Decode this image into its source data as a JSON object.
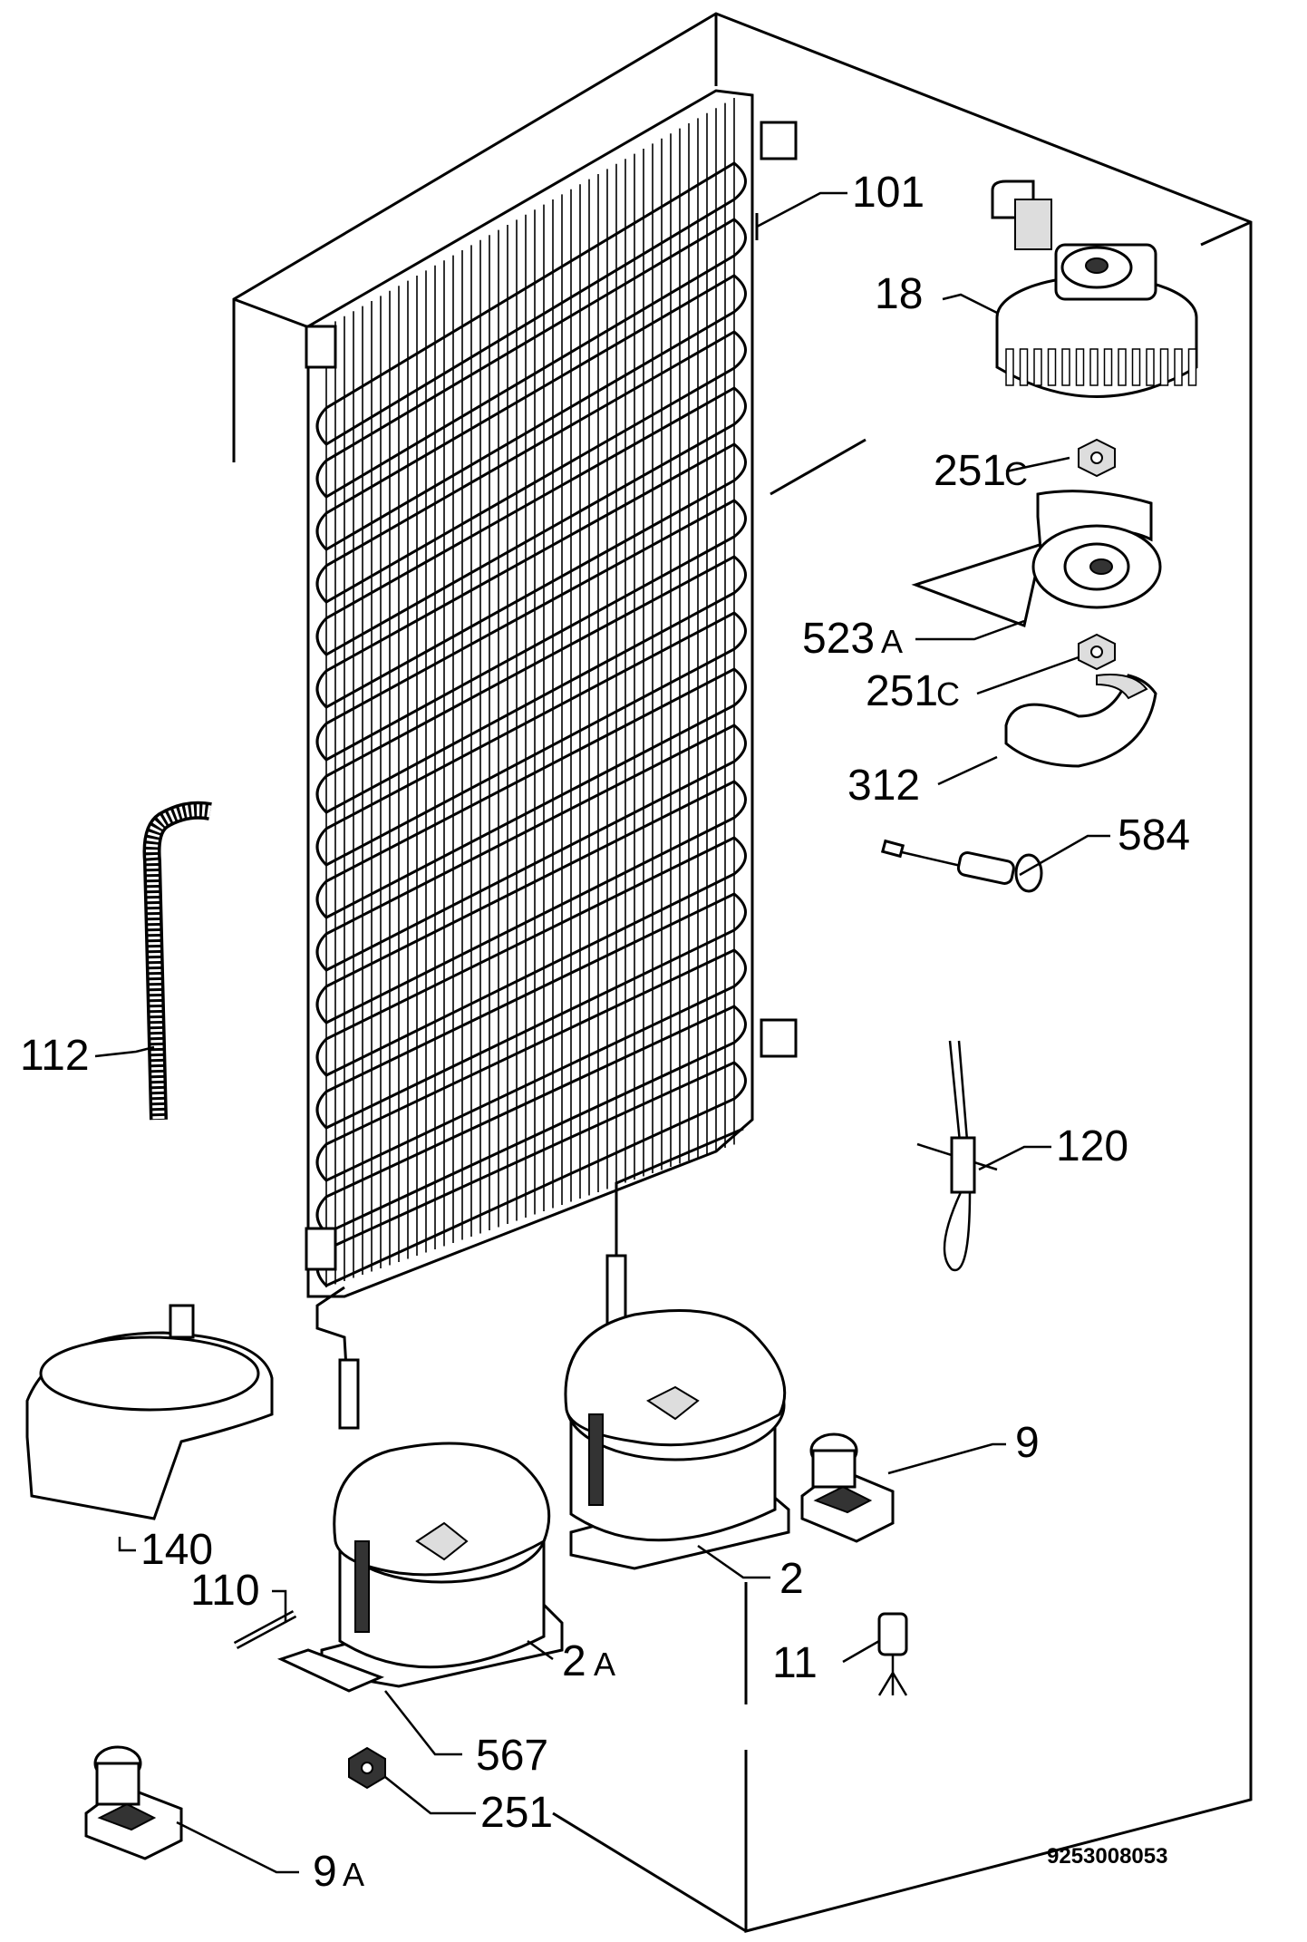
{
  "labels": {
    "l101": "101",
    "l18": "18",
    "l251c_top": "251",
    "l251c_top_suffix": "C",
    "l523a": "523",
    "l523a_suffix": "A",
    "l251c_bot": "251",
    "l251c_bot_suffix": "C",
    "l312": "312",
    "l584": "584",
    "l112": "112",
    "l120": "120",
    "l9": "9",
    "l140": "140",
    "l2": "2",
    "l110": "110",
    "l2a": "2",
    "l2a_suffix": "A",
    "l11": "11",
    "l567": "567",
    "l251": "251",
    "l9a": "9",
    "l9a_suffix": "A"
  },
  "document_number": "9253008053"
}
